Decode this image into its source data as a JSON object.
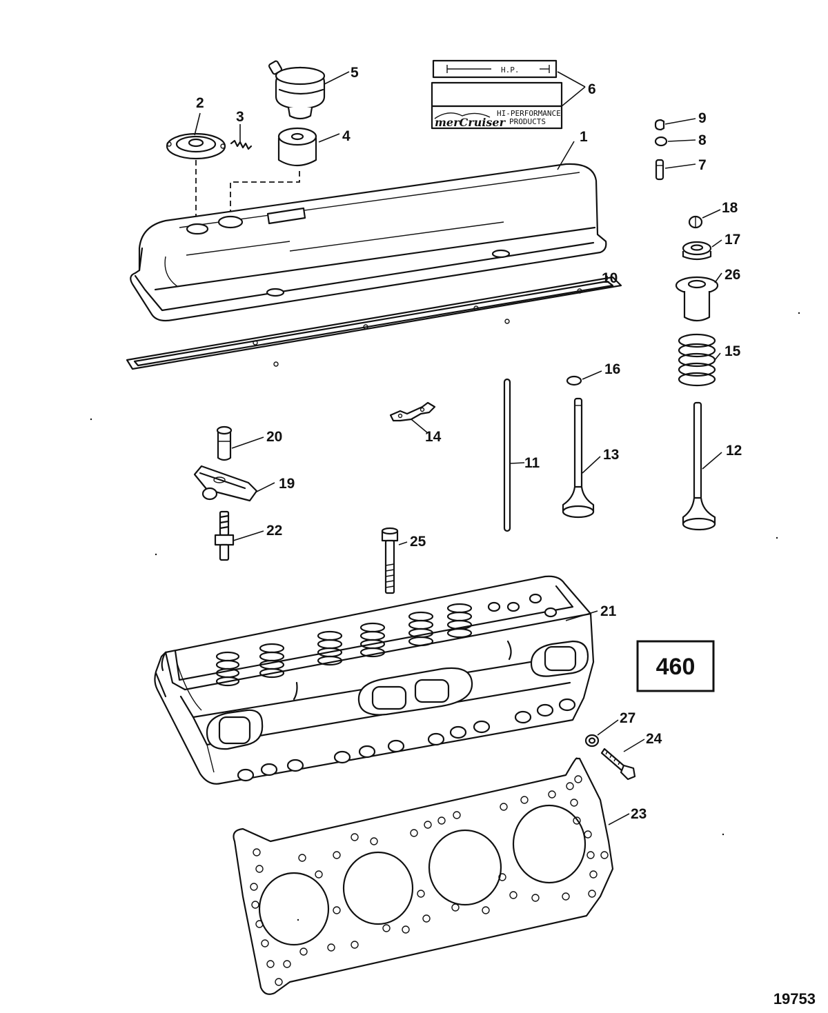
{
  "callouts": {
    "c1": "1",
    "c2": "2",
    "c3": "3",
    "c4": "4",
    "c5": "5",
    "c6": "6",
    "c7": "7",
    "c8": "8",
    "c9": "9",
    "c10": "10",
    "c11": "11",
    "c12": "12",
    "c13": "13",
    "c14": "14",
    "c15": "15",
    "c16": "16",
    "c17": "17",
    "c18": "18",
    "c19": "19",
    "c20": "20",
    "c21": "21",
    "c22": "22",
    "c23": "23",
    "c24": "24",
    "c25": "25",
    "c26": "26",
    "c27": "27"
  },
  "decal": {
    "hp_label": "H.P.",
    "brand": "merCruiser",
    "line1": "HI-PERFORMANCE",
    "line2": "PRODUCTS"
  },
  "page_number": "460",
  "figure_id": "19753"
}
